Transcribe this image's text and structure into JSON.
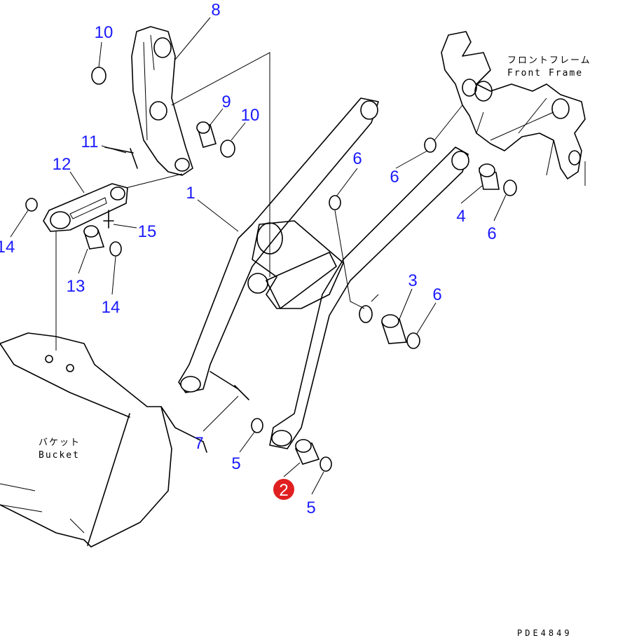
{
  "labels": {
    "front_frame_jp": "フロントフレーム",
    "front_frame_en": "Front Frame",
    "bucket_jp": "バケット",
    "bucket_en": "Bucket",
    "drawing_code": "PDE4849"
  },
  "callouts": [
    "8",
    "10",
    "9",
    "10",
    "11",
    "12",
    "1",
    "6",
    "6",
    "4",
    "6",
    "15",
    "14",
    "13",
    "14",
    "3",
    "6",
    "7",
    "5",
    "2",
    "5"
  ],
  "highlight": {
    "number": "2",
    "color": "#e02020"
  },
  "colors": {
    "callout_text": "#1a1aff",
    "line": "#000000"
  }
}
